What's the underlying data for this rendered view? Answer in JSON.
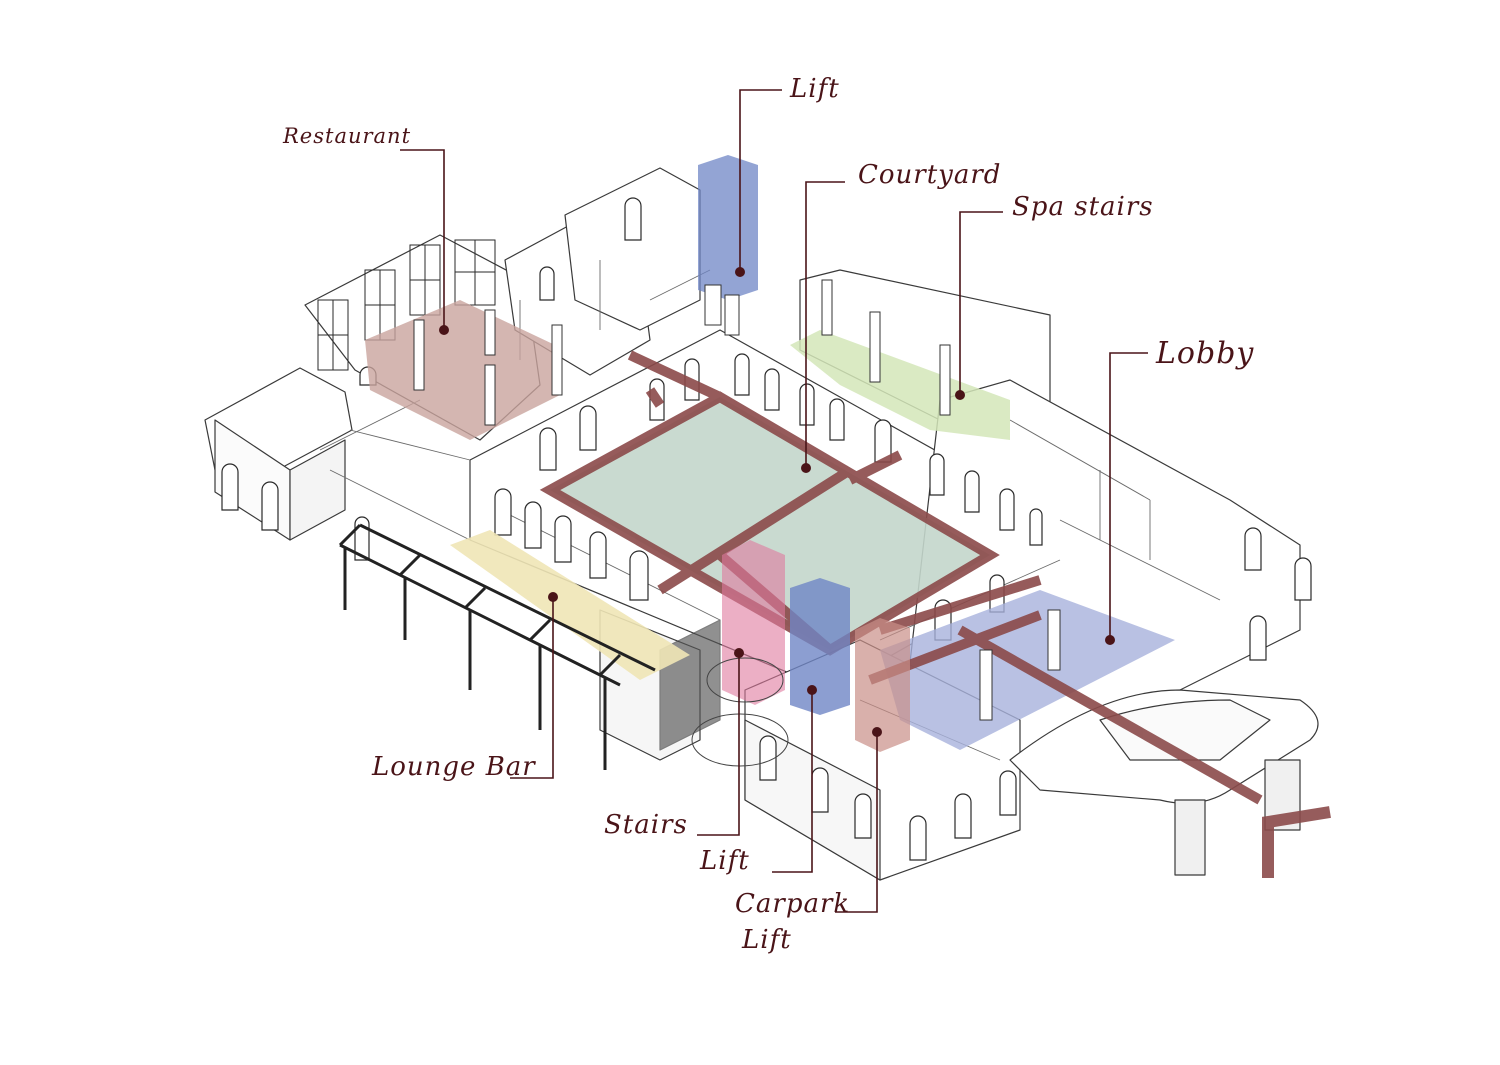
{
  "labels": {
    "restaurant": "Restaurant",
    "lift_top": "Lift",
    "courtyard": "Courtyard",
    "spa_stairs": "Spa stairs",
    "lobby": "Lobby",
    "lounge_bar": "Lounge Bar",
    "stairs": "Stairs",
    "lift_bottom": "Lift",
    "carpark_lift_line1": "Carpark",
    "carpark_lift_line2": "Lift"
  },
  "colors": {
    "leader": "#4a1418",
    "restaurant_zone": "#c9a49d",
    "courtyard_zone": "#c3d6cb",
    "circulation_path": "#8b4a4a",
    "spa_zone": "#d3e6b8",
    "lobby_zone": "#a8b2dc",
    "lounge_zone": "#f0e6b6",
    "lift_volume": "#6f86c6",
    "stairs_volume": "#e07a9e",
    "carpark_lift_volume": "#c98f88",
    "building_line": "#3a3a3a"
  }
}
